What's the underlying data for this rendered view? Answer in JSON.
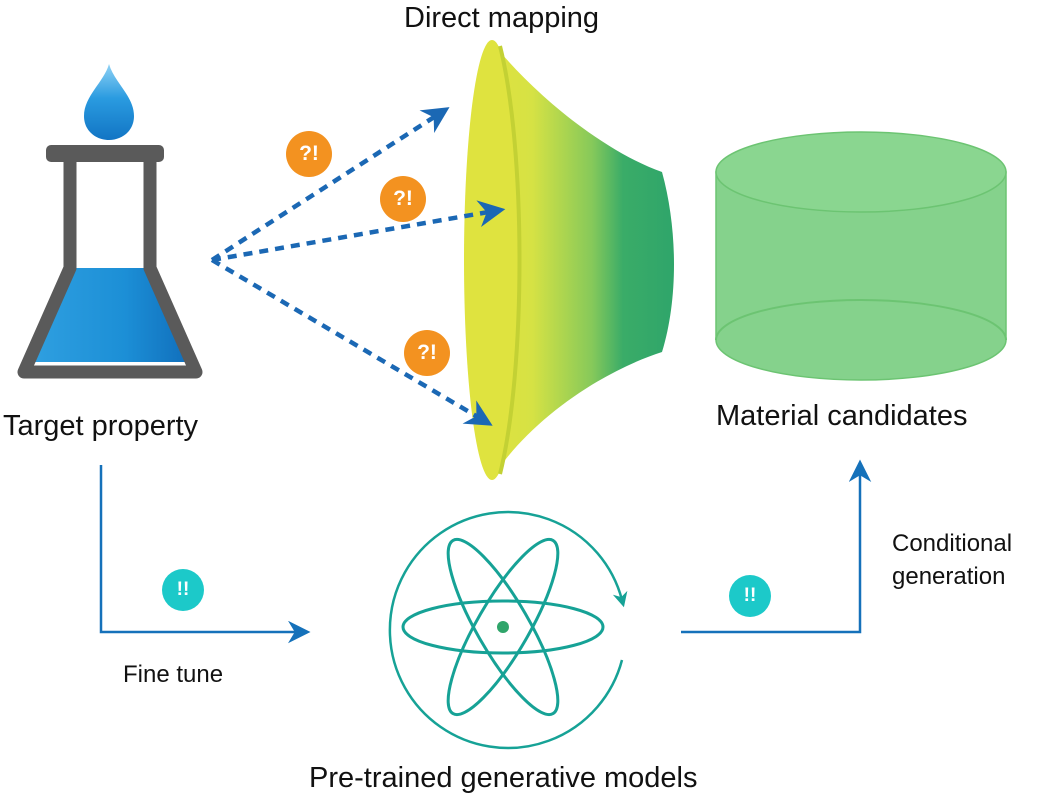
{
  "labels": {
    "direct_mapping": "Direct mapping",
    "target_property": "Target property",
    "material_candidates": "Material candidates",
    "fine_tune": "Fine tune",
    "conditional_generation_line1": "Conditional",
    "conditional_generation_line2": "generation",
    "pretrained_models": "Pre-trained generative models"
  },
  "badges": {
    "uncertain": "?!",
    "confident": "!!"
  },
  "colors": {
    "flask_outline": "#5a5a5a",
    "flask_liquid": "#1c8fd6",
    "drop": "#1a8dd8",
    "dashed_arrows": "#1b68b4",
    "uncertain_badge": "#f39220",
    "confident_badge": "#1cc9c9",
    "funnel_rim": "#dfe33f",
    "funnel_body_end": "#2fa56a",
    "cylinder": "#85d28c",
    "cylinder_edge": "#6cc472",
    "atom": "#16a296",
    "solid_arrows": "#1571ba"
  }
}
